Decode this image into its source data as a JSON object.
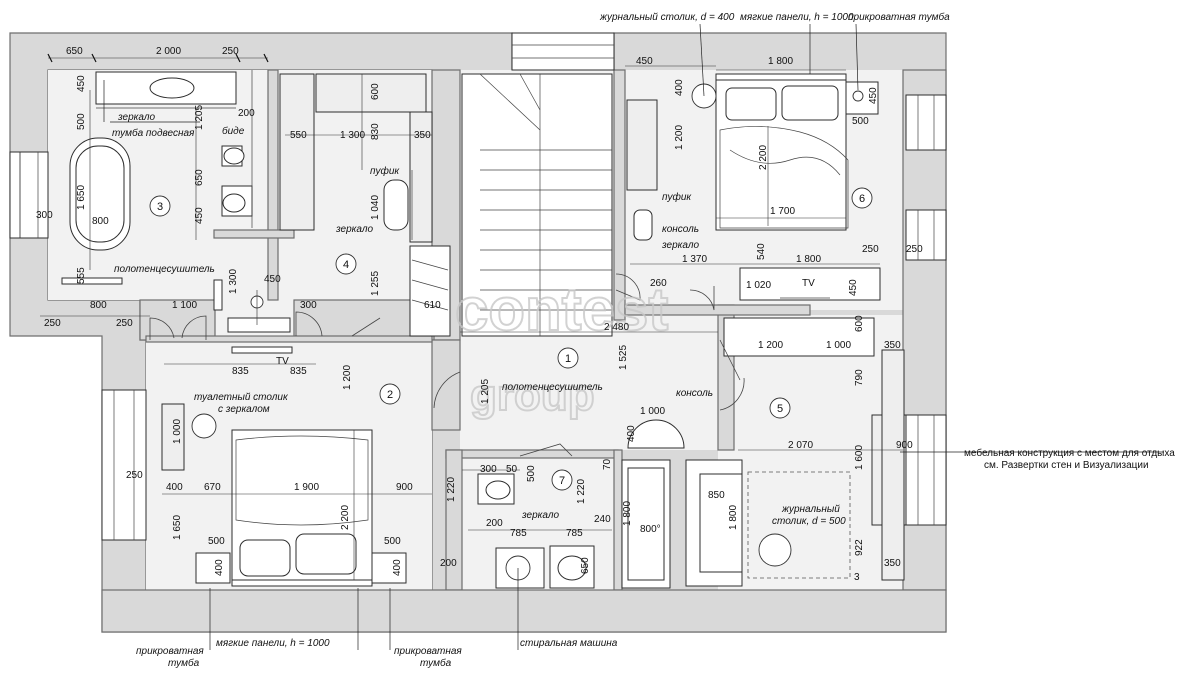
{
  "rooms": [
    {
      "id": "1",
      "number": "1"
    },
    {
      "id": "2",
      "number": "2"
    },
    {
      "id": "3",
      "number": "3"
    },
    {
      "id": "4",
      "number": "4"
    },
    {
      "id": "5",
      "number": "5"
    },
    {
      "id": "6",
      "number": "6"
    },
    {
      "id": "7",
      "number": "7"
    }
  ],
  "callouts": {
    "coffee_table_top": "журнальный столик, d = 400",
    "soft_panels_top": "мягкие панели, h = 1000",
    "nightstand_top": "прикроватная тумба",
    "mirror_bath": "зеркало",
    "hanging_cabinet": "тумба подвесная",
    "bidet": "биде",
    "ottoman_4": "пуфик",
    "mirror_4": "зеркало",
    "towel_dryer_3": "полотенцесушитель",
    "ottoman_6": "пуфик",
    "console_6": "консоль",
    "mirror_6": "зеркало",
    "dressing_table": "туалетный столик",
    "dressing_table_2": "с зеркалом",
    "towel_dryer_1": "полотенцесушитель",
    "console_1": "консоль",
    "mirror_7": "зеркало",
    "furniture_note": "мебельная конструкция с местом для отдыха",
    "furniture_note_2": "см. Развертки стен и Визуализации",
    "coffee_table_5": "журнальный",
    "coffee_table_5b": "столик, d = 500",
    "nightstand_bl": "прикроватная",
    "nightstand_bl2": "тумба",
    "soft_panels_bottom": "мягкие панели, h = 1000",
    "nightstand_br": "прикроватная",
    "nightstand_br2": "тумба",
    "washing_machine": "стиральная машина",
    "tv_2": "TV",
    "tv_6": "TV"
  },
  "dimensions": {
    "d650": "650",
    "d2000": "2 000",
    "d250a": "250",
    "d450a": "450",
    "d500a": "500",
    "d1205": "1 205",
    "d200a": "200",
    "d1650": "1 650",
    "d800": "800",
    "d300a": "300",
    "d650b": "650",
    "d450b": "450",
    "d555": "555",
    "d800b": "800",
    "d1100": "1 100",
    "d250b": "250",
    "d250c": "250",
    "d600": "600",
    "d550": "550",
    "d1300": "1 300",
    "d830": "830",
    "d350a": "350",
    "d1040": "1 040",
    "d1300b": "1 300",
    "d450c": "450",
    "d1255": "1 255",
    "d300b": "300",
    "d610": "610",
    "d450d": "450",
    "d1800a": "1 800",
    "d400a": "400",
    "d450e": "450",
    "d500b": "500",
    "d1200a": "1 200",
    "d2200a": "2 200",
    "d1700": "1 700",
    "d540": "540",
    "d1370": "1 370",
    "d1800b": "1 800",
    "d250d": "250",
    "d250e": "250",
    "d260": "260",
    "d1020": "1 020",
    "d450f": "450",
    "d2480": "2 480",
    "d1525": "1 525",
    "d1205b": "1 205",
    "d1000a": "1 000",
    "d400b": "400",
    "d600b": "600",
    "d1200b": "1 200",
    "d1000b": "1 000",
    "d350b": "350",
    "d790": "790",
    "d2070": "2 070",
    "d900a": "900",
    "d1600": "1 600",
    "d850": "850",
    "d1800c": "1 800",
    "d922": "922",
    "d3": "3",
    "d350c": "350",
    "d835a": "835",
    "d835b": "835",
    "d1200c": "1 200",
    "d1000c": "1 000",
    "d250f": "250",
    "d400c": "400",
    "d670": "670",
    "d1900": "1 900",
    "d900b": "900",
    "d2200b": "2 200",
    "d1220": "1 220",
    "d1650b": "1 650",
    "d500c": "500",
    "d400d": "400",
    "d500d": "500",
    "d400e": "400",
    "d200b": "200",
    "d300c": "300",
    "d50": "50",
    "d500e": "500",
    "d70": "70",
    "d1220b": "1 220",
    "d200c": "200",
    "d785a": "785",
    "d785b": "785",
    "d240": "240",
    "d650c": "650",
    "d1800d": "1 800",
    "d800deg": "800°"
  },
  "watermark": {
    "line1": "contest",
    "line2": "group"
  }
}
